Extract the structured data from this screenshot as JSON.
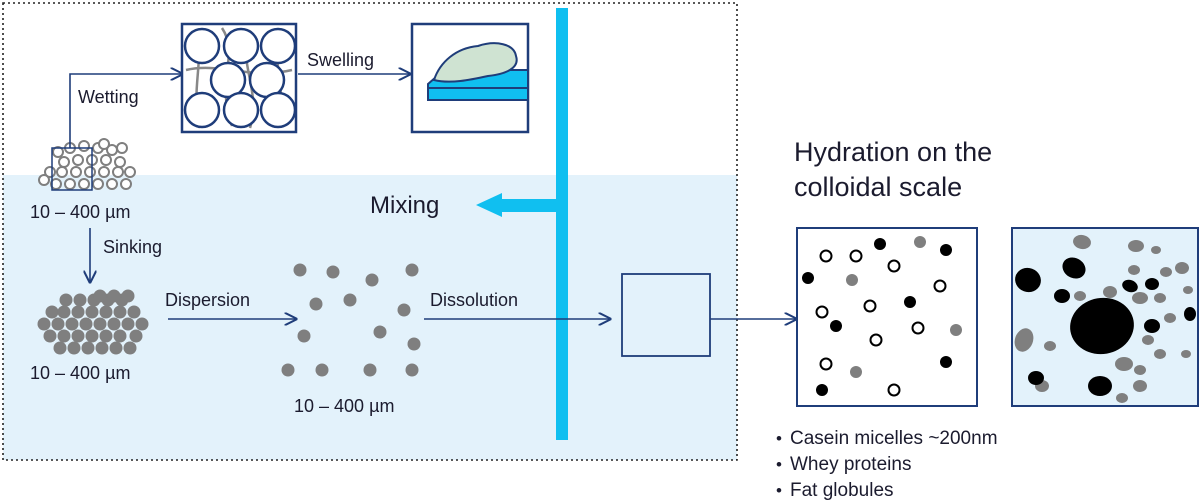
{
  "left_panel": {
    "wetting_label": "Wetting",
    "swelling_label": "Swelling",
    "powder_size": "10 – 400 µm",
    "sinking_label": "Sinking",
    "sunk_size": "10 – 400 µm",
    "dispersion_label": "Dispersion",
    "dispersed_size": "10 – 400 µm",
    "dissolution_label": "Dissolution",
    "mixing_label": "Mixing"
  },
  "right_panel": {
    "title_line1": "Hydration on the",
    "title_line2": "colloidal scale",
    "bullets": [
      "Casein micelles ~200nm",
      "Whey proteins",
      "Fat globules"
    ]
  },
  "colors": {
    "water": "#e3f2fb",
    "mixer": "#10bff0",
    "stroke": "#1f3d7a",
    "particle_gray": "#7f7f7f",
    "particle_black": "#000000",
    "swelled_blob": "#cfe3d2"
  }
}
